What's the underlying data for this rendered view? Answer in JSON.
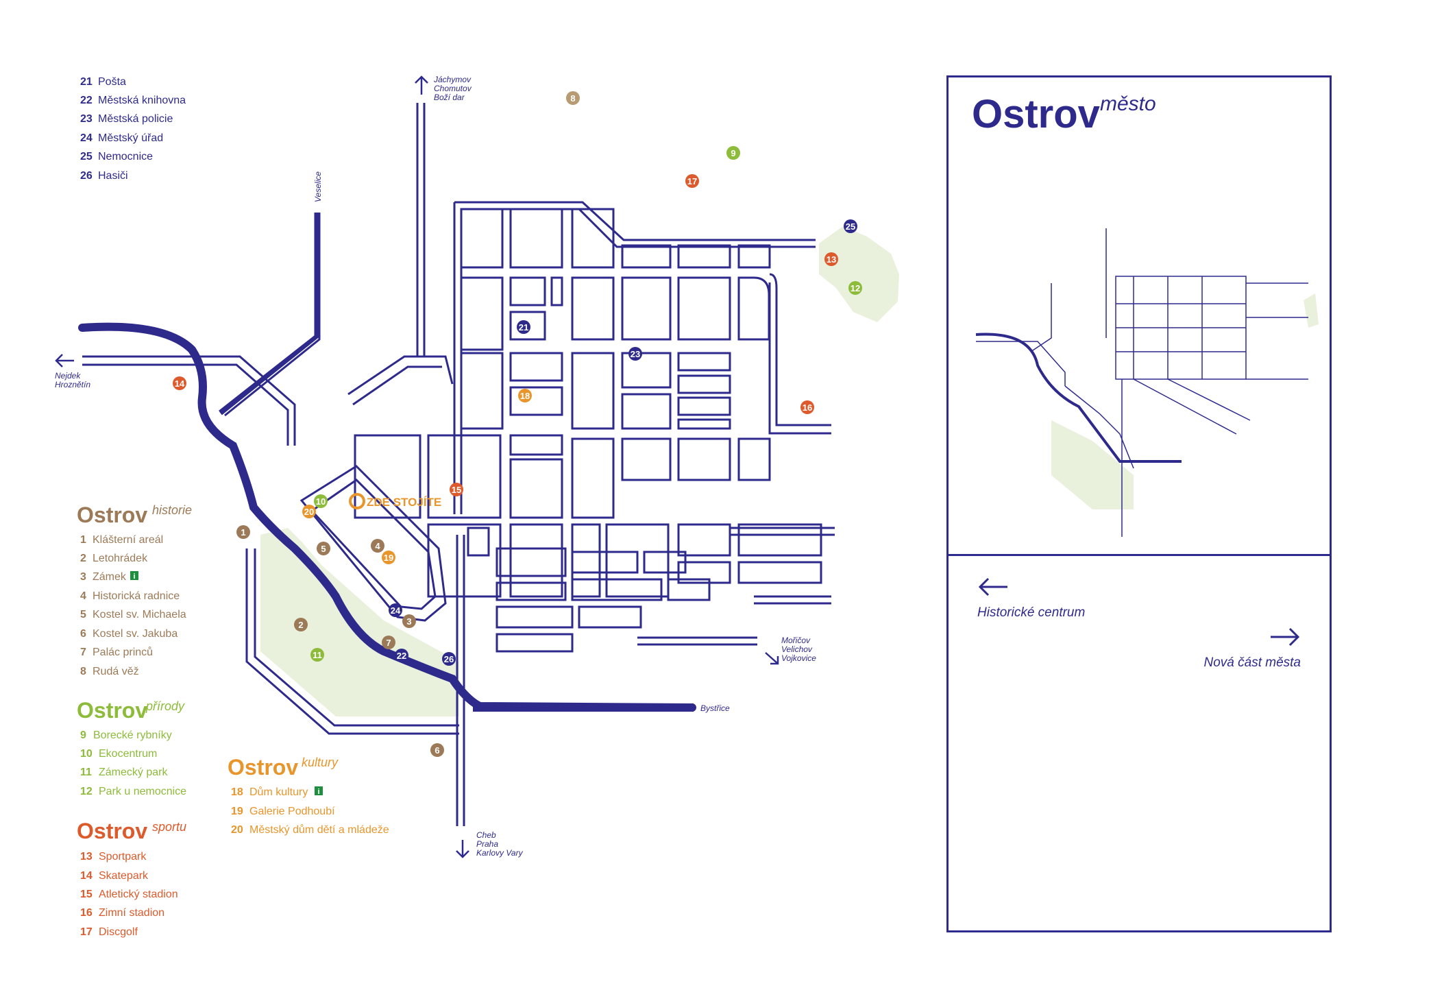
{
  "colors": {
    "road": "#2e2a8c",
    "river": "#2e2a8c",
    "park": "#e9f0dc",
    "historie": "#9c7a57",
    "prirody": "#8dbb3a",
    "kultury": "#e8962c",
    "sportu": "#dc5a2b",
    "sluzby": "#2e2a8c",
    "info": "#1f8f3f"
  },
  "services": [
    {
      "num": "21",
      "label": "Pošta"
    },
    {
      "num": "22",
      "label": "Městská knihovna"
    },
    {
      "num": "23",
      "label": "Městská policie"
    },
    {
      "num": "24",
      "label": "Městský úřad"
    },
    {
      "num": "25",
      "label": "Nemocnice"
    },
    {
      "num": "26",
      "label": "Hasiči"
    }
  ],
  "historie": {
    "title": "Ostrov",
    "sub": "historie",
    "items": [
      {
        "num": "1",
        "label": "Klášterní areál"
      },
      {
        "num": "2",
        "label": "Letohrádek"
      },
      {
        "num": "3",
        "label": "Zámek"
      },
      {
        "num": "4",
        "label": "Historická radnice"
      },
      {
        "num": "5",
        "label": "Kostel sv. Michaela"
      },
      {
        "num": "6",
        "label": "Kostel sv. Jakuba"
      },
      {
        "num": "7",
        "label": "Palác princů"
      },
      {
        "num": "8",
        "label": "Rudá věž"
      }
    ]
  },
  "prirody": {
    "title": "Ostrov",
    "sub": "přírody",
    "items": [
      {
        "num": "9",
        "label": "Borecké rybníky"
      },
      {
        "num": "10",
        "label": "Ekocentrum"
      },
      {
        "num": "11",
        "label": "Zámecký park"
      },
      {
        "num": "12",
        "label": "Park u nemocnice"
      }
    ]
  },
  "sportu": {
    "title": "Ostrov",
    "sub": "sportu",
    "items": [
      {
        "num": "13",
        "label": "Sportpark"
      },
      {
        "num": "14",
        "label": "Skatepark"
      },
      {
        "num": "15",
        "label": "Atletický stadion"
      },
      {
        "num": "16",
        "label": "Zimní stadion"
      },
      {
        "num": "17",
        "label": "Discgolf"
      }
    ]
  },
  "kultury": {
    "title": "Ostrov",
    "sub": "kultury",
    "items": [
      {
        "num": "18",
        "label": "Dům kultury"
      },
      {
        "num": "19",
        "label": "Galerie Podhoubí"
      },
      {
        "num": "20",
        "label": "Městský dům dětí a mládeže"
      }
    ]
  },
  "info_icon": "i",
  "you_are_here": "ZDE STOJÍTE",
  "directions": {
    "north": [
      "Jáchymov",
      "Chomutov",
      "Boží dar"
    ],
    "west": [
      "Nejdek",
      "Hroznětín"
    ],
    "south": [
      "Cheb",
      "Praha",
      "Karlovy Vary"
    ],
    "east": [
      "Mořičov",
      "Velichov",
      "Vojkovice"
    ],
    "veselice": "Veselice",
    "bystrice": "Bystřice"
  },
  "panel": {
    "title": "Ostrov",
    "title_sup": "město",
    "historicke_centrum": "Historické centrum",
    "nova_cast": "Nová část města"
  }
}
